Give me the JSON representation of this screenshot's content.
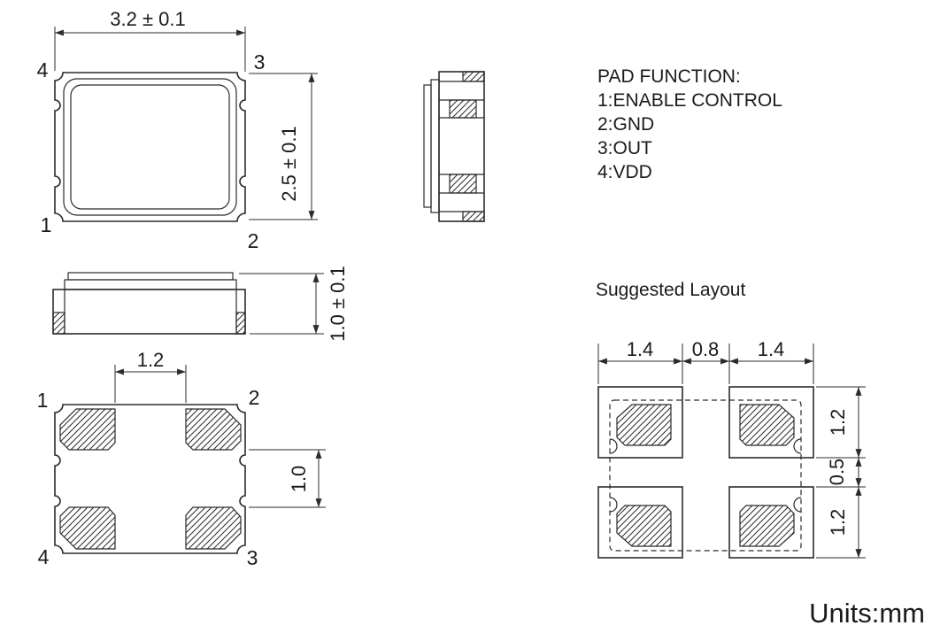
{
  "drawing": {
    "units_label": "Units:mm",
    "line_color": "#2b2b2b",
    "pad_function": {
      "title": "PAD FUNCTION:",
      "items": [
        "1:ENABLE CONTROL",
        "2:GND",
        "3:OUT",
        "4:VDD"
      ]
    },
    "top_view": {
      "width_dim": "3.2 ± 0.1",
      "height_dim": "2.5 ± 0.1",
      "pin_top_left": "4",
      "pin_top_right": "3",
      "pin_bottom_left": "1",
      "pin_bottom_right": "2"
    },
    "front_view": {
      "height_dim": "1.0 ± 0.1"
    },
    "bottom_view": {
      "pad_spacing_dim": "1.2",
      "pad_gap_dim": "1.0",
      "pin_top_left": "1",
      "pin_top_right": "2",
      "pin_bottom_left": "4",
      "pin_bottom_right": "3"
    },
    "suggested_layout": {
      "title": "Suggested Layout",
      "dim_left_pad": "1.4",
      "dim_center_gap": "0.8",
      "dim_right_pad": "1.4",
      "dim_top_pad": "1.2",
      "dim_middle_gap": "0.5",
      "dim_bottom_pad": "1.2"
    }
  }
}
